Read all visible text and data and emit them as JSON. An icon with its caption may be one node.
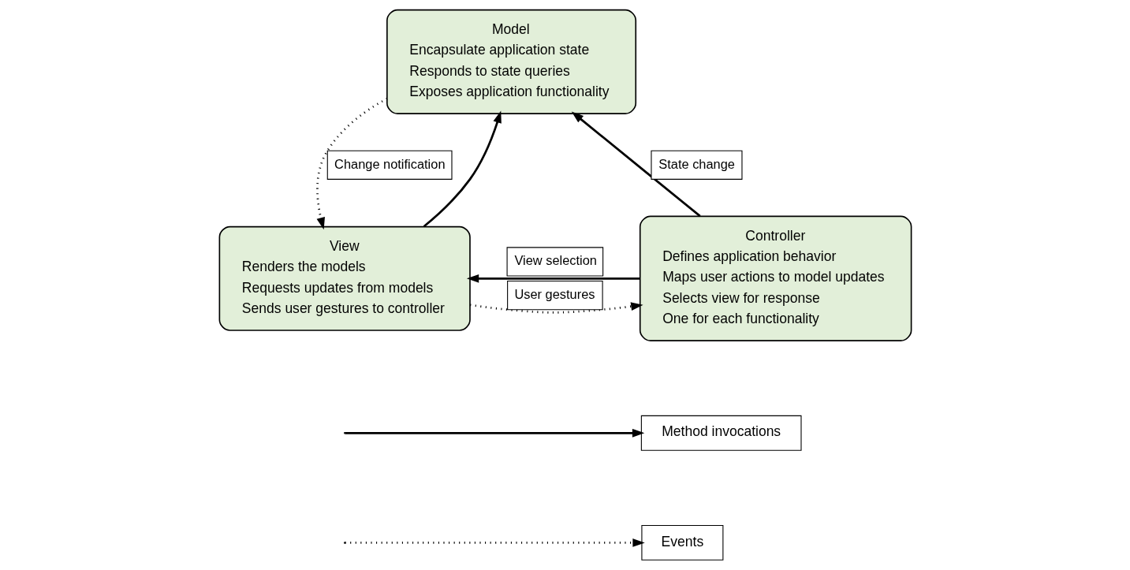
{
  "diagram": {
    "nodes": [
      {
        "text": [
          "Model",
          "Encapsulate application state",
          "Responds to state queries",
          "Exposes application functionality"
        ]
      },
      {
        "text": [
          "View",
          "Renders the models",
          "Requests updates from models",
          "Sends user gestures to controller"
        ]
      },
      {
        "text": [
          "Controller",
          "Defines application behavior",
          "Maps user actions to model updates",
          "Selects view for response",
          "One for each functionality"
        ]
      }
    ],
    "edges": [
      {
        "from": 1,
        "to": 0,
        "arrow": "to"
      },
      {
        "from": 0,
        "to": 1,
        "arrow": "to",
        "style": "dashed",
        "label": "Change notification"
      },
      {
        "from": 2,
        "to": 0,
        "arrow": "to",
        "label": "State change"
      },
      {
        "from": 2,
        "to": 1,
        "arrow": "to",
        "label": "View selection"
      },
      {
        "from": 1,
        "to": 2,
        "arrow": "to",
        "style": "dashed",
        "label": "User gestures"
      }
    ],
    "legend": [
      {
        "text": "Method invocations"
      },
      {
        "text": "Events"
      }
    ]
  }
}
